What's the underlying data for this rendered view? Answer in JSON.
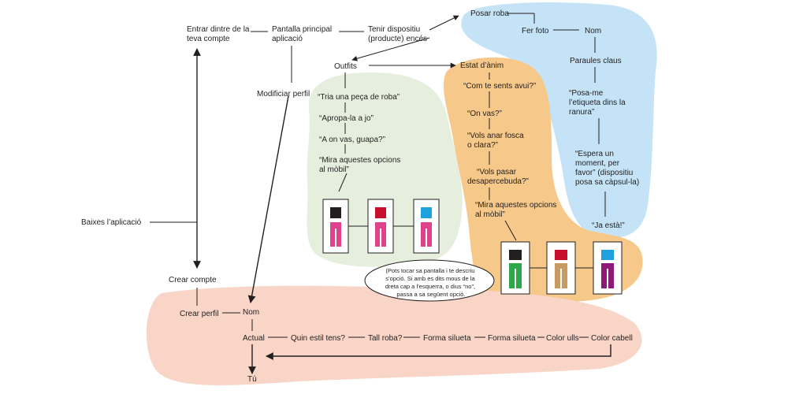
{
  "colors": {
    "region_blue": "#c4e3f6",
    "region_green": "#e6efdd",
    "region_orange": "#f6c889",
    "region_pink": "#f8d5c6",
    "black": "#231f20",
    "magenta": "#e0418c",
    "red": "#c8102e",
    "cyan": "#1ea1dc",
    "green": "#2ea64a",
    "tan": "#c79a62",
    "purple": "#8e1a78"
  },
  "nodes": {
    "entrar": [
      "Entrar dintre de la",
      "teva compte"
    ],
    "pantalla": [
      "Pantalla principal",
      "aplicació"
    ],
    "tenir": [
      "Tenir dispositiu",
      "(producte) encés"
    ],
    "posar_roba": [
      "Posar roba"
    ],
    "fer_foto": [
      "Fer foto"
    ],
    "nom_blue": [
      "Nom"
    ],
    "paraules": [
      "Paraules claus"
    ],
    "posa_me": [
      "“Posa-me",
      "l’etiqueta dins la",
      "ranura”"
    ],
    "espera": [
      "“Espera un",
      "moment, per",
      "favor” (dispositiu",
      "posa sa càpsul-la)"
    ],
    "ja_esta": [
      "“Ja està!”"
    ],
    "outfits": [
      "Outfits"
    ],
    "modificar": [
      "Modificiar perfil"
    ],
    "tria": [
      "“Tria una peça de roba”"
    ],
    "apropa": [
      "“Apropa-la a jo”"
    ],
    "a_on": [
      "“A on vas, guapa?”"
    ],
    "mira_green": [
      "“Mira aquestes opcions",
      "al mòbil”"
    ],
    "estat": [
      "Estat d’ànim"
    ],
    "com": [
      "“Com te sents avui?”"
    ],
    "on_vas": [
      "“On vas?”"
    ],
    "vols_anar": [
      "“Vols anar fosca",
      "o clara?”"
    ],
    "vols_pasar": [
      "“Vols pasar",
      "desapercebuda?”"
    ],
    "mira_orange": [
      "“Mira aquestes opcions",
      "al mòbil”"
    ],
    "baixes": [
      "Baixes l’aplicació"
    ],
    "crear_compte": [
      "Crear compte"
    ],
    "crear_perfil": [
      "Crear perfil"
    ],
    "nom_pink": [
      "Nom"
    ],
    "actual": [
      "Actual"
    ],
    "quin": [
      "Quin estil tens?"
    ],
    "tall": [
      "Tall roba?"
    ],
    "forma1": [
      "Forma silueta"
    ],
    "forma2": [
      "Forma silueta"
    ],
    "ulls": [
      "Color ulls"
    ],
    "cabell": [
      "Color cabell"
    ],
    "tu": [
      "Tú"
    ]
  },
  "note": [
    "(Pots tocar sa pantalla i te descriu",
    "s’opció. Si amb es dits mous de la",
    "dreta cap a l’esquerra, o dius “no”,",
    "passa a sa següent opció."
  ],
  "outfit_options": {
    "green_group": [
      {
        "top": "black",
        "bottom": "magenta"
      },
      {
        "top": "red",
        "bottom": "magenta"
      },
      {
        "top": "cyan",
        "bottom": "magenta"
      }
    ],
    "orange_group": [
      {
        "top": "black",
        "bottom": "green"
      },
      {
        "top": "red",
        "bottom": "tan"
      },
      {
        "top": "cyan",
        "bottom": "purple"
      }
    ]
  }
}
